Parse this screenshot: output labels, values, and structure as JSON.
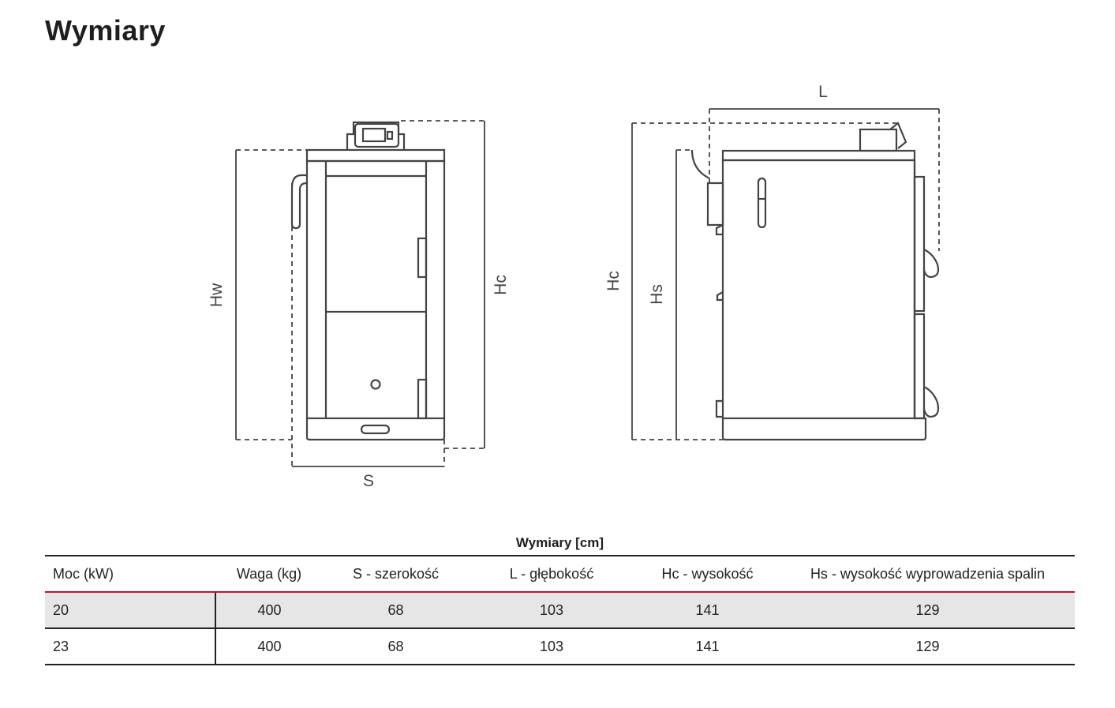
{
  "page": {
    "title": "Wymiary"
  },
  "drawing": {
    "front_labels": {
      "hw": "Hw",
      "hc": "Hc",
      "s": "S"
    },
    "side_labels": {
      "l": "L",
      "hc": "Hc",
      "hs": "Hs"
    }
  },
  "table": {
    "caption": "Wymiary [cm]",
    "headers": {
      "moc": "Moc (kW)",
      "waga": "Waga (kg)",
      "s": "S - szerokość",
      "l": "L - głębokość",
      "hc": "Hc - wysokość",
      "hs": "Hs - wysokość wyprowadzenia spalin"
    },
    "rows": [
      {
        "moc": "20",
        "waga": "400",
        "s": "68",
        "l": "103",
        "hc": "141",
        "hs": "129"
      },
      {
        "moc": "23",
        "waga": "400",
        "s": "68",
        "l": "103",
        "hc": "141",
        "hs": "129"
      }
    ]
  }
}
